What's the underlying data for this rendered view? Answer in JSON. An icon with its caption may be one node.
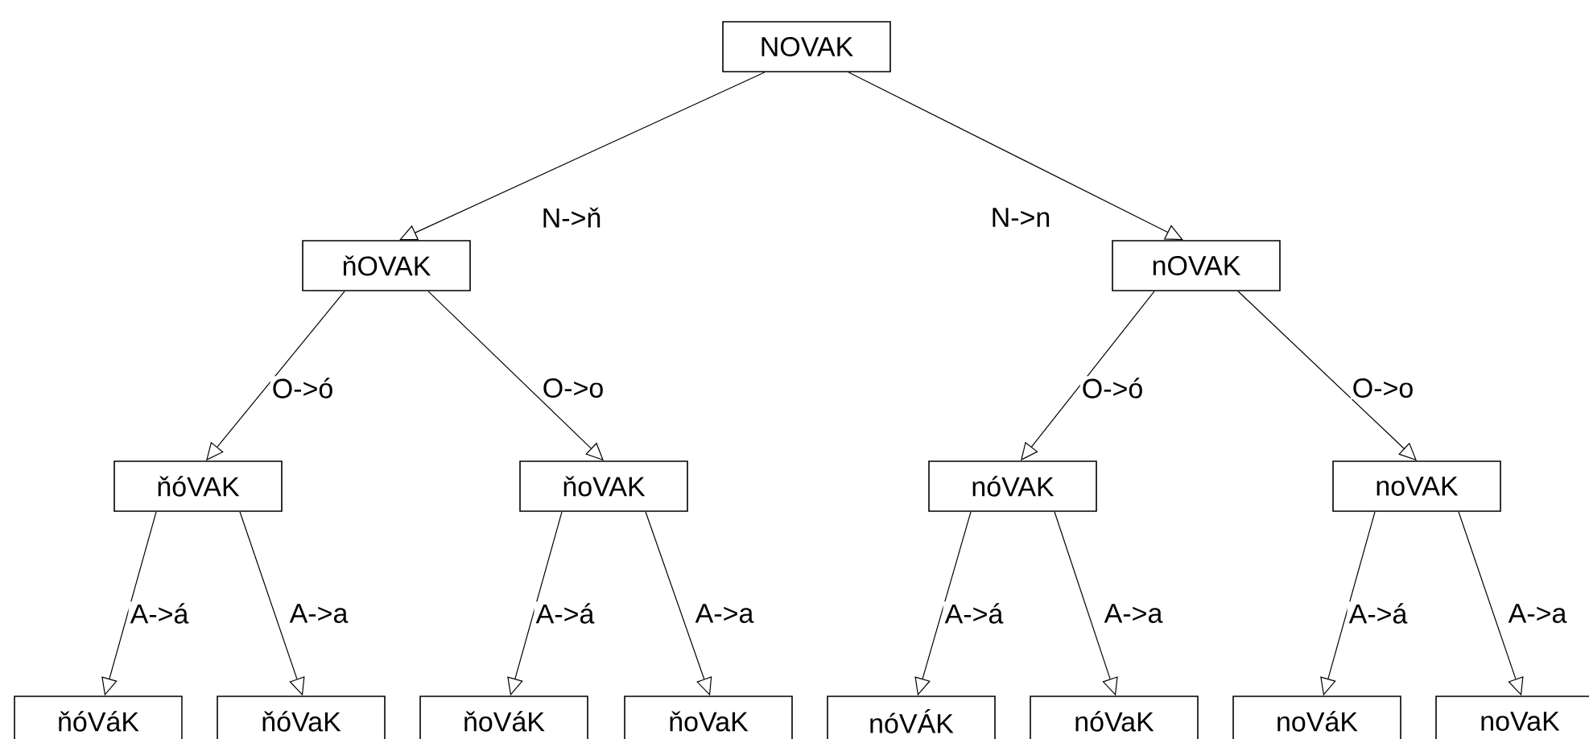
{
  "diagram": {
    "nodes": [
      {
        "text": [
          "NOVAK"
        ]
      },
      {
        "text": [
          "ňOVAK"
        ]
      },
      {
        "text": [
          "nOVAK"
        ]
      },
      {
        "text": [
          "ňóVAK"
        ]
      },
      {
        "text": [
          "ňoVAK"
        ]
      },
      {
        "text": [
          "nóVAK"
        ]
      },
      {
        "text": [
          "noVAK"
        ]
      },
      {
        "text": [
          "ňóVáK"
        ]
      },
      {
        "text": [
          "ňóVaK"
        ]
      },
      {
        "text": [
          "ňoVáK"
        ]
      },
      {
        "text": [
          "ňoVaK"
        ]
      },
      {
        "text": [
          "nóVÁK"
        ]
      },
      {
        "text": [
          "nóVaK"
        ]
      },
      {
        "text": [
          "noVáK"
        ]
      },
      {
        "text": [
          "noVaK"
        ]
      }
    ],
    "edges": [
      {
        "from": 0,
        "to": 1,
        "arrow": "to",
        "label": "N->ň"
      },
      {
        "from": 0,
        "to": 2,
        "arrow": "to",
        "label": "N->n"
      },
      {
        "from": 1,
        "to": 3,
        "arrow": "to",
        "label": "O->ó"
      },
      {
        "from": 1,
        "to": 4,
        "arrow": "to",
        "label": "O->o"
      },
      {
        "from": 2,
        "to": 5,
        "arrow": "to",
        "label": "O->ó"
      },
      {
        "from": 2,
        "to": 6,
        "arrow": "to",
        "label": "O->o"
      },
      {
        "from": 3,
        "to": 7,
        "arrow": "to",
        "label": "A->á"
      },
      {
        "from": 3,
        "to": 8,
        "arrow": "to",
        "label": "A->a"
      },
      {
        "from": 4,
        "to": 9,
        "arrow": "to",
        "label": "A->á"
      },
      {
        "from": 4,
        "to": 10,
        "arrow": "to",
        "label": "A->a"
      },
      {
        "from": 5,
        "to": 11,
        "arrow": "to",
        "label": "A->á"
      },
      {
        "from": 5,
        "to": 12,
        "arrow": "to",
        "label": "A->a"
      },
      {
        "from": 6,
        "to": 13,
        "arrow": "to",
        "label": "A->á"
      },
      {
        "from": 6,
        "to": 14,
        "arrow": "to",
        "label": "A->a"
      }
    ]
  }
}
